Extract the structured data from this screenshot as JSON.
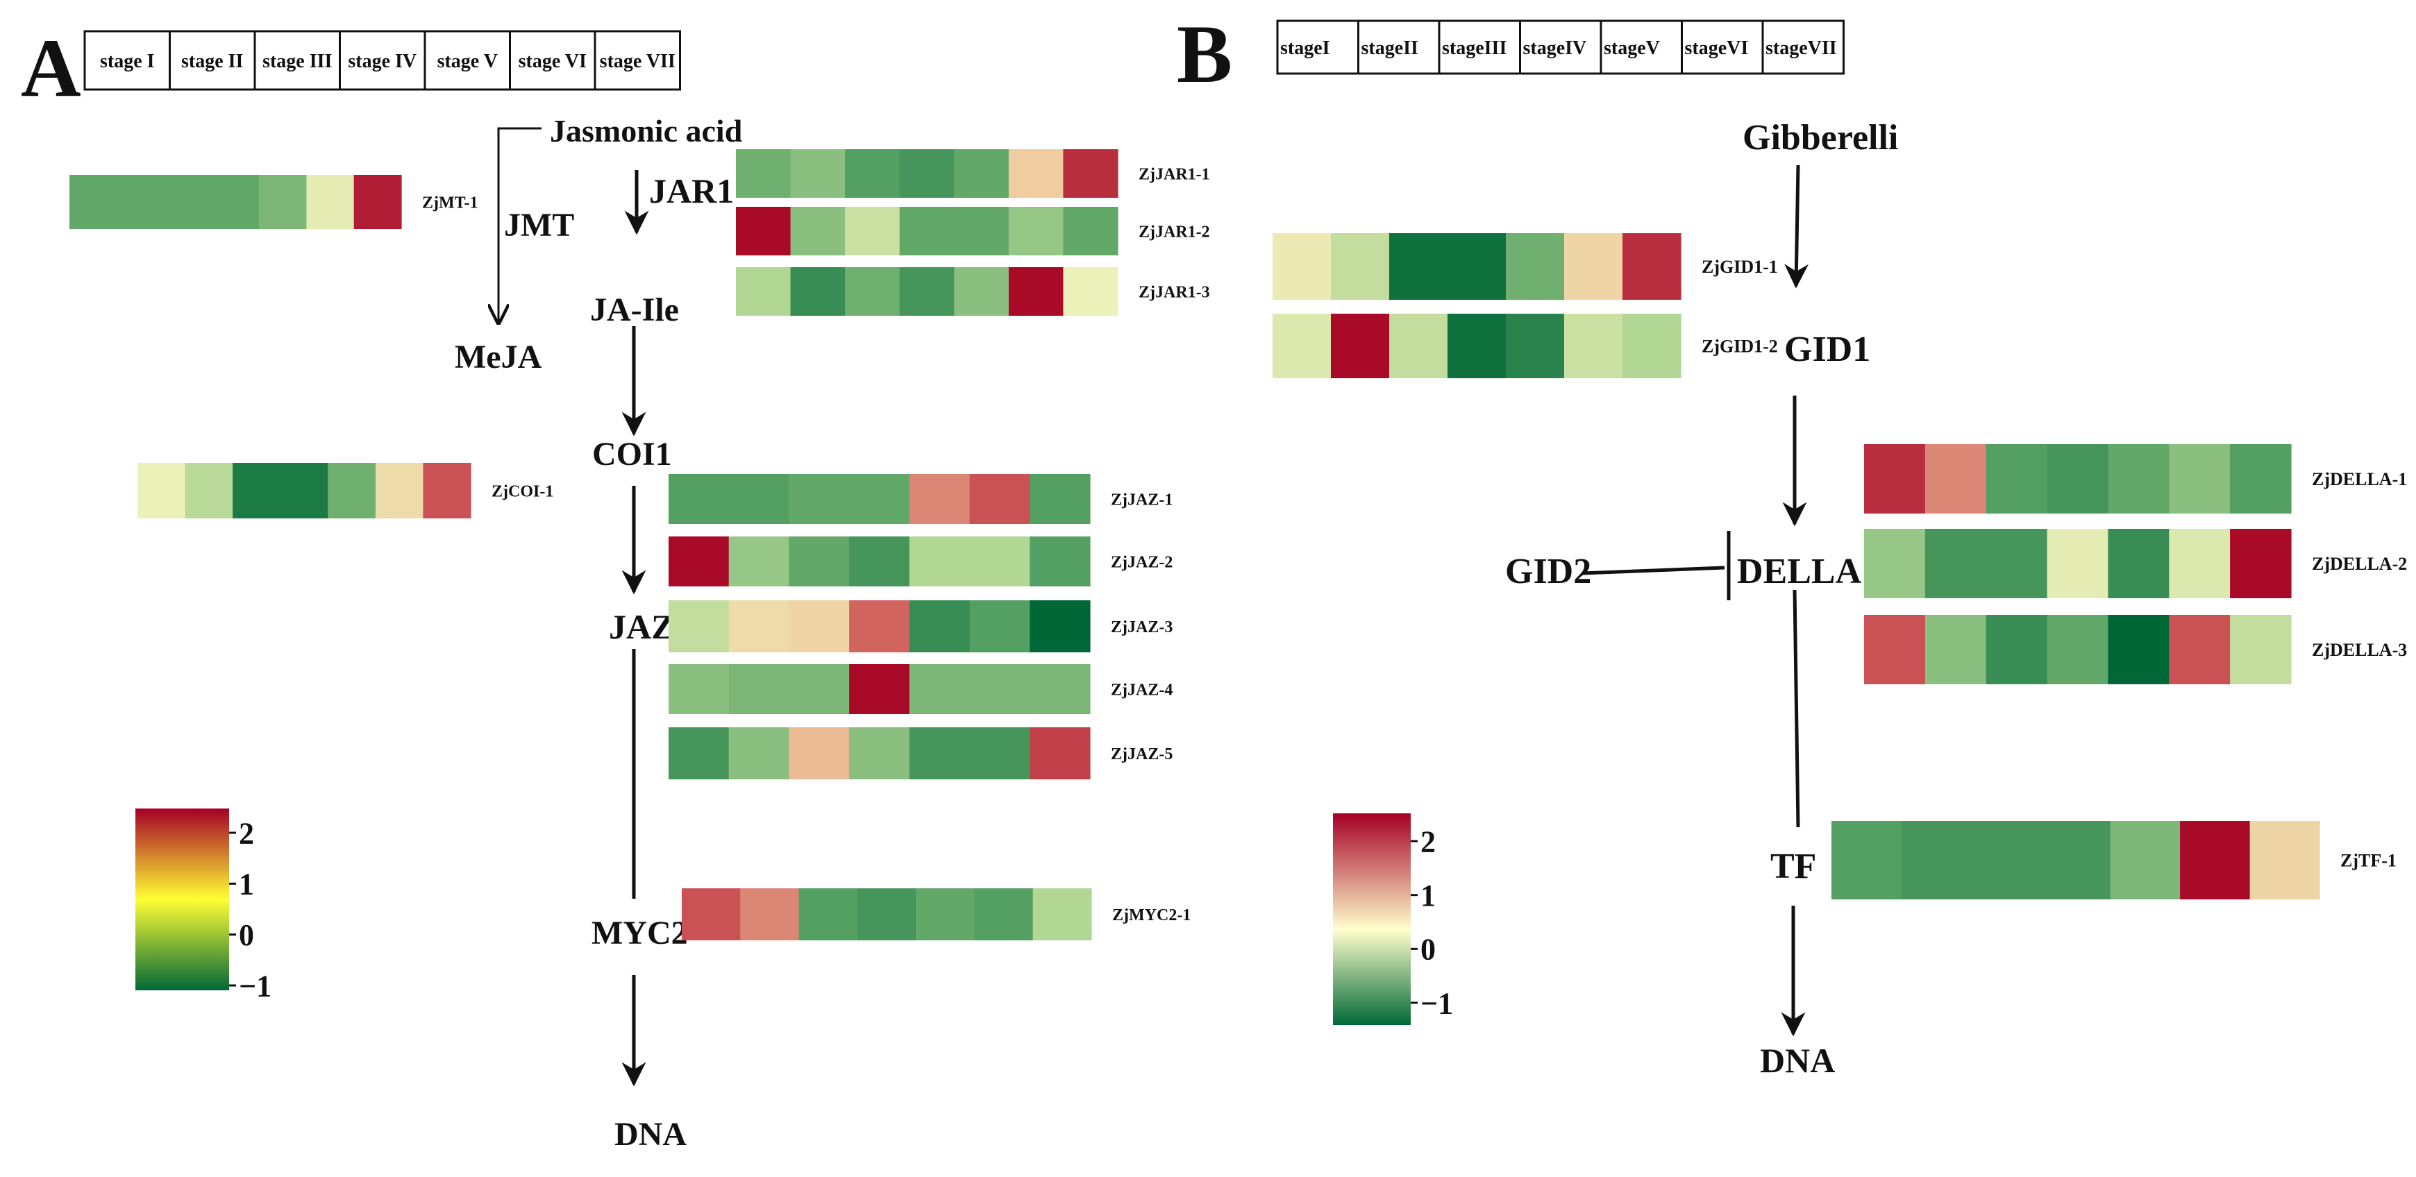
{
  "panels": [
    {
      "id": "A",
      "label": "A",
      "stages": [
        "stage I",
        "stage II",
        "stage III",
        "stage IV",
        "stage V",
        "stage VI",
        "stage VII"
      ],
      "nodes": {
        "ja": "Jasmonic acid",
        "jmt": "JMT",
        "meja": "MeJA",
        "jar1": "JAR1",
        "jaile": "JA-Ile",
        "coi1": "COI1",
        "jaz": "JAZ",
        "myc2": "MYC2",
        "dna": "DNA"
      },
      "heatmaps": [
        {
          "gene": "ZjMT-1",
          "values": [
            -0.6,
            -0.6,
            -0.6,
            -0.6,
            -0.4,
            0.6,
            2.2
          ]
        },
        {
          "gene": "ZjJAR1-1",
          "values": [
            -0.5,
            -0.3,
            -0.7,
            -0.8,
            -0.6,
            1.2,
            2.1
          ]
        },
        {
          "gene": "ZjJAR1-2",
          "values": [
            2.3,
            -0.3,
            0.3,
            -0.6,
            -0.6,
            -0.2,
            -0.6
          ]
        },
        {
          "gene": "ZjJAR1-3",
          "values": [
            0.0,
            -0.9,
            -0.5,
            -0.8,
            -0.3,
            2.3,
            0.7
          ]
        },
        {
          "gene": "ZjCOI-1",
          "values": [
            0.7,
            0.1,
            -1.1,
            -1.1,
            -0.5,
            1.0,
            1.9
          ]
        },
        {
          "gene": "ZjJAZ-1",
          "values": [
            -0.7,
            -0.7,
            -0.6,
            -0.6,
            1.6,
            1.9,
            -0.7
          ]
        },
        {
          "gene": "ZjJAZ-2",
          "values": [
            2.3,
            -0.2,
            -0.6,
            -0.8,
            0.0,
            0.0,
            -0.7
          ]
        },
        {
          "gene": "ZjJAZ-3",
          "values": [
            0.2,
            1.0,
            1.1,
            1.8,
            -0.9,
            -0.7,
            -1.3
          ]
        },
        {
          "gene": "ZjJAZ-4",
          "values": [
            -0.3,
            -0.4,
            -0.4,
            2.3,
            -0.4,
            -0.4,
            -0.4
          ]
        },
        {
          "gene": "ZjJAZ-5",
          "values": [
            -0.8,
            -0.3,
            1.3,
            -0.3,
            -0.8,
            -0.8,
            2.0
          ]
        },
        {
          "gene": "ZjMYC2-1",
          "values": [
            1.9,
            1.6,
            -0.7,
            -0.8,
            -0.6,
            -0.7,
            0.0
          ]
        }
      ],
      "legend_ticks": [
        "2",
        "1",
        "0",
        "−1"
      ]
    },
    {
      "id": "B",
      "label": "B",
      "stages": [
        "stageI",
        "stageII",
        "stageIII",
        "stageIV",
        "stageV",
        "stageVI",
        "stageVII"
      ],
      "nodes": {
        "ga": "Gibberelli",
        "gid1": "GID1",
        "gid2": "GID2",
        "della": "DELLA",
        "tf": "TF",
        "dna": "DNA"
      },
      "heatmaps": [
        {
          "gene": "ZjGID1-1",
          "values": [
            0.8,
            0.2,
            -1.2,
            -1.2,
            -0.5,
            1.1,
            2.1
          ]
        },
        {
          "gene": "ZjGID1-2",
          "values": [
            0.5,
            2.3,
            0.2,
            -1.2,
            -1.0,
            0.3,
            0.0
          ]
        },
        {
          "gene": "ZjDELLA-1",
          "values": [
            2.1,
            1.6,
            -0.7,
            -0.8,
            -0.6,
            -0.3,
            -0.7
          ]
        },
        {
          "gene": "ZjDELLA-2",
          "values": [
            -0.2,
            -0.8,
            -0.8,
            0.6,
            -0.9,
            0.5,
            2.3
          ]
        },
        {
          "gene": "ZjDELLA-3",
          "values": [
            1.9,
            -0.3,
            -0.9,
            -0.6,
            -1.3,
            1.9,
            0.2
          ]
        },
        {
          "gene": "ZjTF-1",
          "values": [
            -0.7,
            -0.8,
            -0.8,
            -0.8,
            -0.4,
            2.3,
            1.1
          ]
        }
      ],
      "legend_ticks": [
        "2",
        "1",
        "0",
        "−1"
      ]
    }
  ],
  "colors": {
    "low": "#006837",
    "mid_low": "#a6d96a",
    "mid": "#ffff99",
    "high": "#a50026"
  }
}
